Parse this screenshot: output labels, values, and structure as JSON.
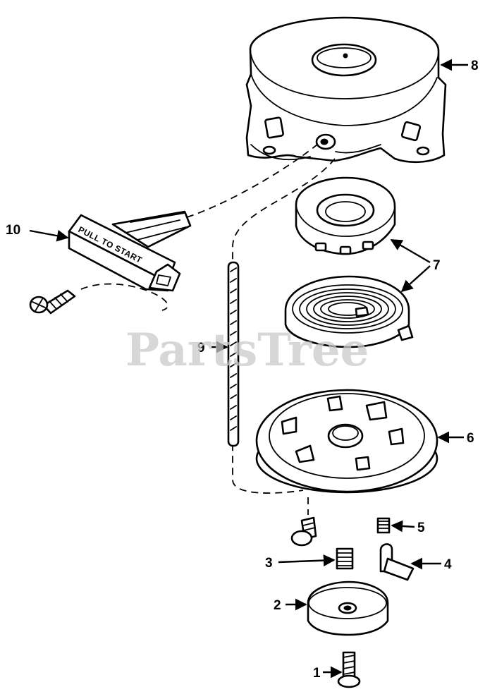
{
  "watermark": "PartsTree",
  "handle_label": "PULL TO START",
  "callouts": {
    "c1": "1",
    "c2": "2",
    "c3": "3",
    "c4": "4",
    "c5": "5",
    "c6": "6",
    "c7": "7",
    "c8": "8",
    "c9": "9",
    "c10": "10"
  }
}
